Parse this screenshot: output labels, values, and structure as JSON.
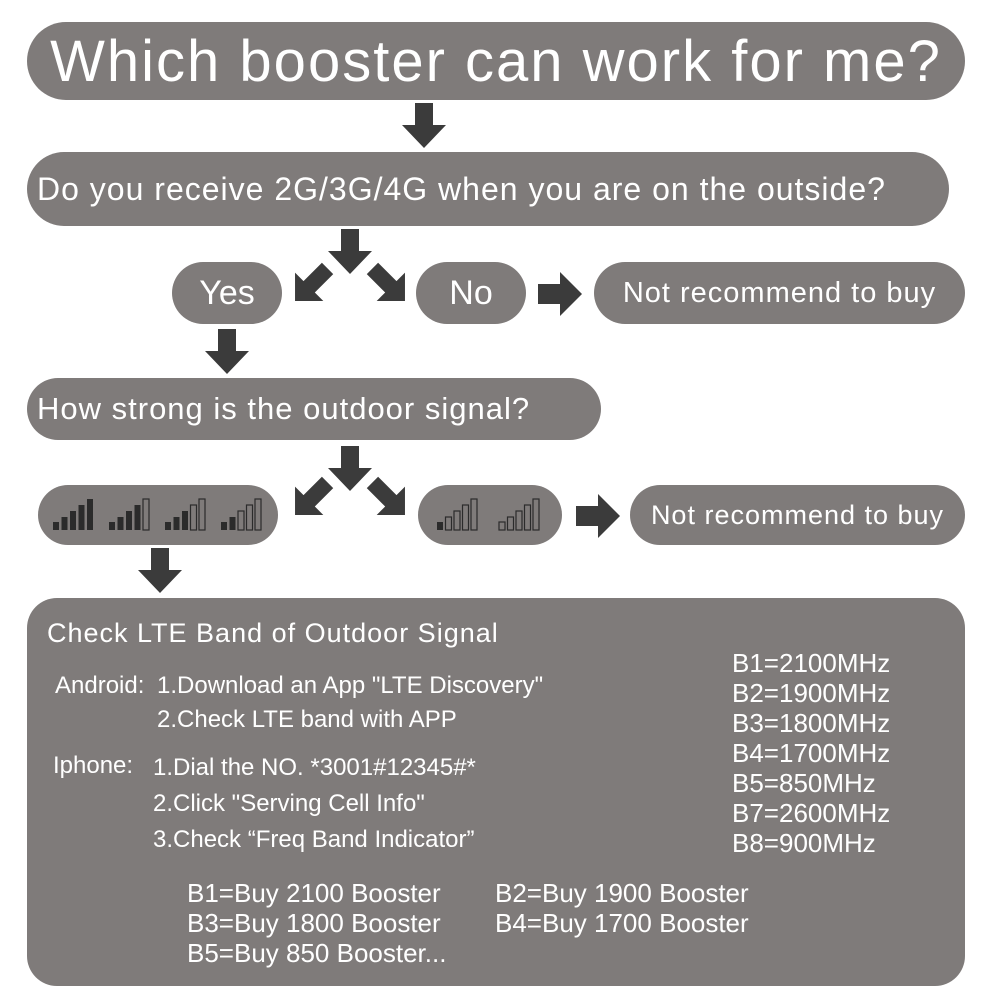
{
  "title": "Which booster can work for me?",
  "q1": "Do you receive 2G/3G/4G when you are on the outside?",
  "yes": "Yes",
  "no": "No",
  "not_rec_1": "Not recommend to buy",
  "q2": "How strong is the outdoor signal?",
  "not_rec_2": "Not recommend to buy",
  "signal_strong_levels": [
    5,
    4,
    3,
    2
  ],
  "signal_weak_levels": [
    1,
    0
  ],
  "lte": {
    "heading": "Check LTE Band of Outdoor Signal",
    "android_label": "Android:",
    "android_step1": "1.Download an App \"LTE Discovery\"",
    "android_step2": "2.Check LTE band with APP",
    "iphone_label": "Iphone:",
    "iphone_step1": "1.Dial the NO. *3001#12345#*",
    "iphone_step2": "2.Click \"Serving Cell Info\"",
    "iphone_step3": "3.Check “Freq Band Indicator”",
    "bands": [
      "B1=2100MHz",
      "B2=1900MHz",
      "B3=1800MHz",
      "B4=1700MHz",
      "B5=850MHz",
      "B7=2600MHz",
      "B8=900MHz"
    ],
    "buy": {
      "b1": "B1=Buy 2100 Booster",
      "b2": "B2=Buy 1900 Booster",
      "b3": "B3=Buy 1800 Booster",
      "b4": "B4=Buy 1700 Booster",
      "b5": "B5=Buy 850 Booster..."
    }
  },
  "colors": {
    "box": "#7f7b7a",
    "arrow": "#3b3b3b",
    "text": "#ffffff"
  }
}
